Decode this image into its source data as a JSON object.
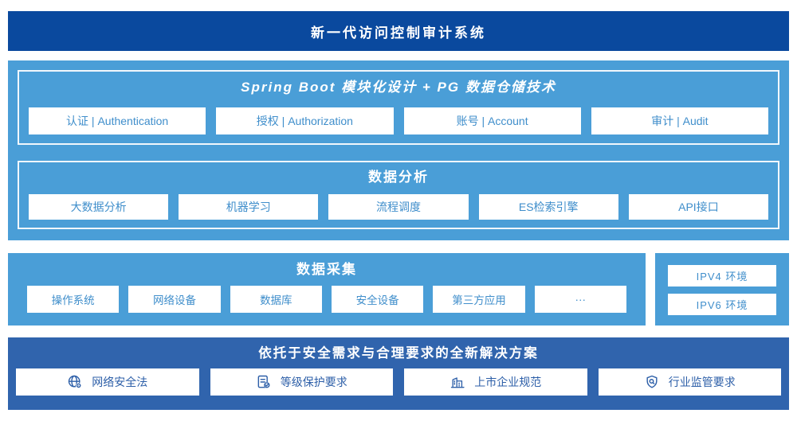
{
  "banner": {
    "title": "新一代访问控制审计系统"
  },
  "architecture": {
    "spring": {
      "title": "Spring Boot 模块化设计 + PG 数据仓储技术",
      "modules": [
        "认证 | Authentication",
        "授权 | Authorization",
        "账号 | Account",
        "审计 | Audit"
      ]
    },
    "analysis": {
      "title": "数据分析",
      "modules": [
        "大数据分析",
        "机器学习",
        "流程调度",
        "ES检索引擎",
        "API接口"
      ]
    }
  },
  "collection": {
    "title": "数据采集",
    "sources": [
      "操作系统",
      "网络设备",
      "数据库",
      "安全设备",
      "第三方应用",
      "···"
    ],
    "environments": [
      "IPV4 环境",
      "IPV6 环境"
    ]
  },
  "solution": {
    "title": "依托于安全需求与合理要求的全新解决方案",
    "requirements": [
      {
        "icon": "globe-location-icon",
        "label": "网络安全法"
      },
      {
        "icon": "document-check-icon",
        "label": "等级保护要求"
      },
      {
        "icon": "buildings-icon",
        "label": "上市企业规范"
      },
      {
        "icon": "shield-search-icon",
        "label": "行业监管要求"
      }
    ]
  },
  "colors": {
    "banner_bg": "#0a499e",
    "panel_bg": "#4a9ed7",
    "solution_bg": "#3064ad",
    "module_text": "#3f8ecb",
    "solution_text": "#2d5fa8"
  }
}
